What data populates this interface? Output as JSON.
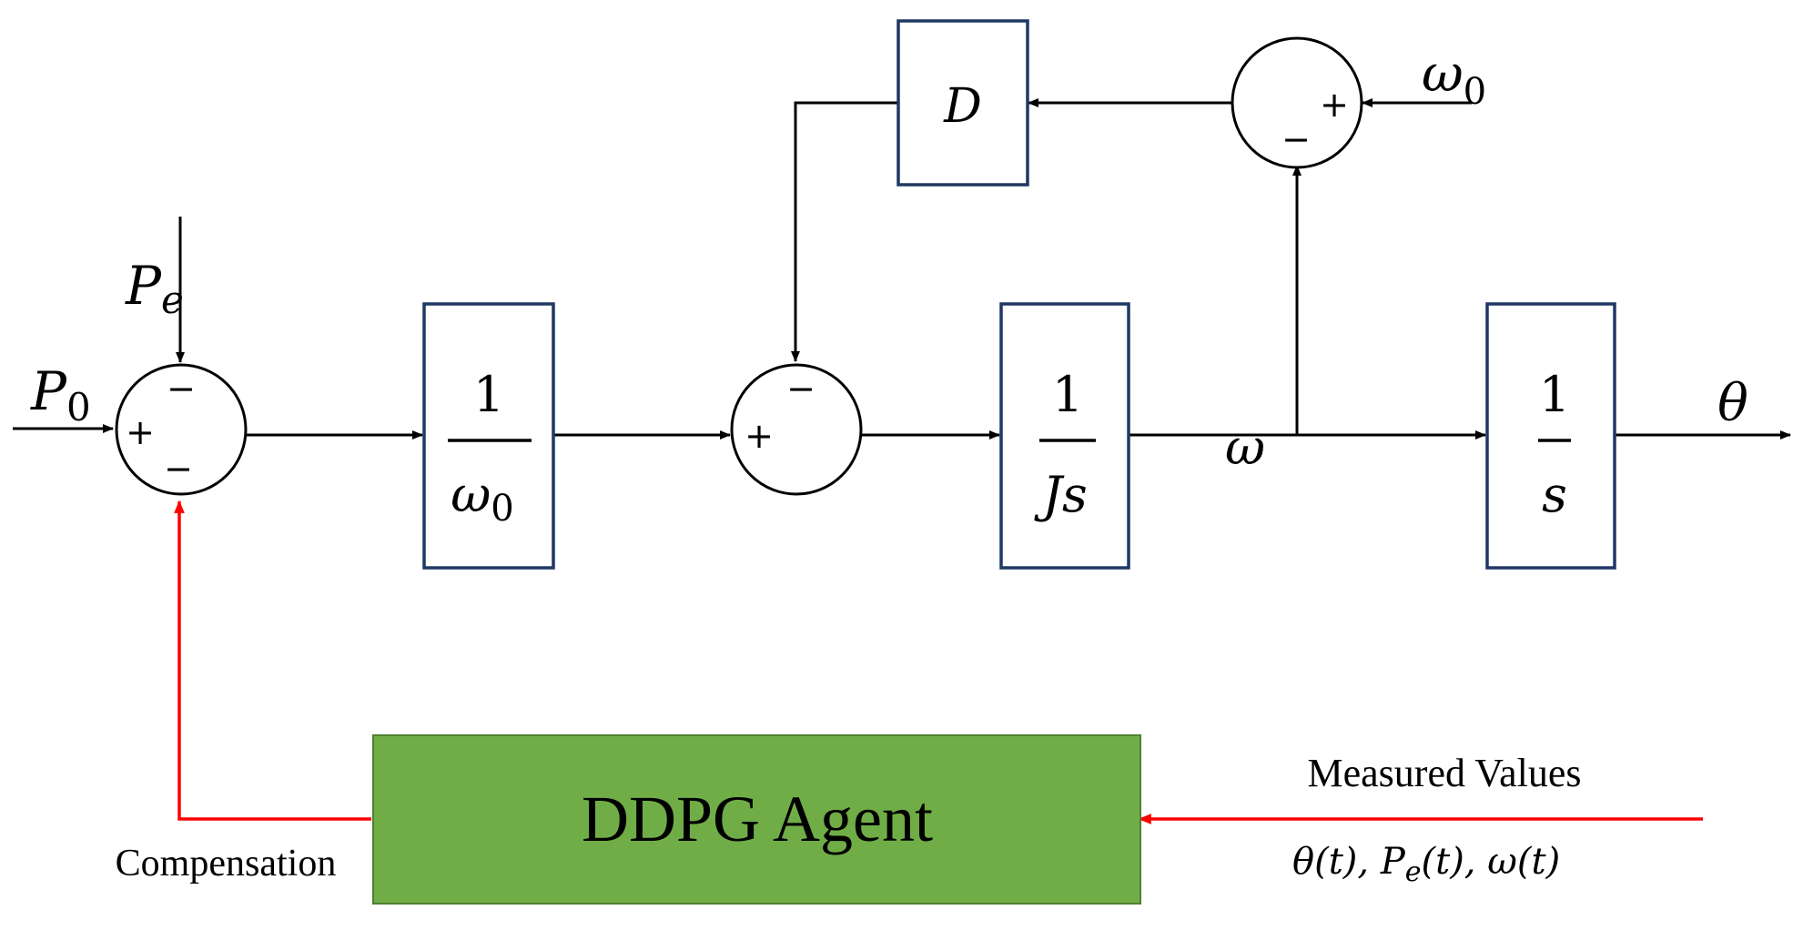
{
  "signals": {
    "p0": "P",
    "p0_sub": "0",
    "pe": "P",
    "pe_sub": "e",
    "omega": "ω",
    "omega0": "ω",
    "omega0_sub": "0",
    "theta": "θ"
  },
  "blocks": {
    "gain_num": "1",
    "gain_den": "ω",
    "gain_den_sub": "0",
    "inertia_num": "1",
    "inertia_den": "Js",
    "integrator_num": "1",
    "integrator_den": "s",
    "damping": "D"
  },
  "summing_junctions": {
    "sum1": {
      "top": "−",
      "left": "+",
      "bottom": "−"
    },
    "sum2": {
      "top": "−",
      "left": "+"
    },
    "sum3": {
      "right": "+",
      "bottom": "−"
    }
  },
  "agent": {
    "label": "DDPG Agent",
    "color": "#70ad47",
    "measured_label": "Measured Values",
    "measured_values": "θ(t), P(t), ω(t)",
    "compensation_label": "Compensation"
  },
  "colors": {
    "block_border": "#1f3864",
    "feedback_line": "#ff0000",
    "signal_line": "#000000"
  }
}
